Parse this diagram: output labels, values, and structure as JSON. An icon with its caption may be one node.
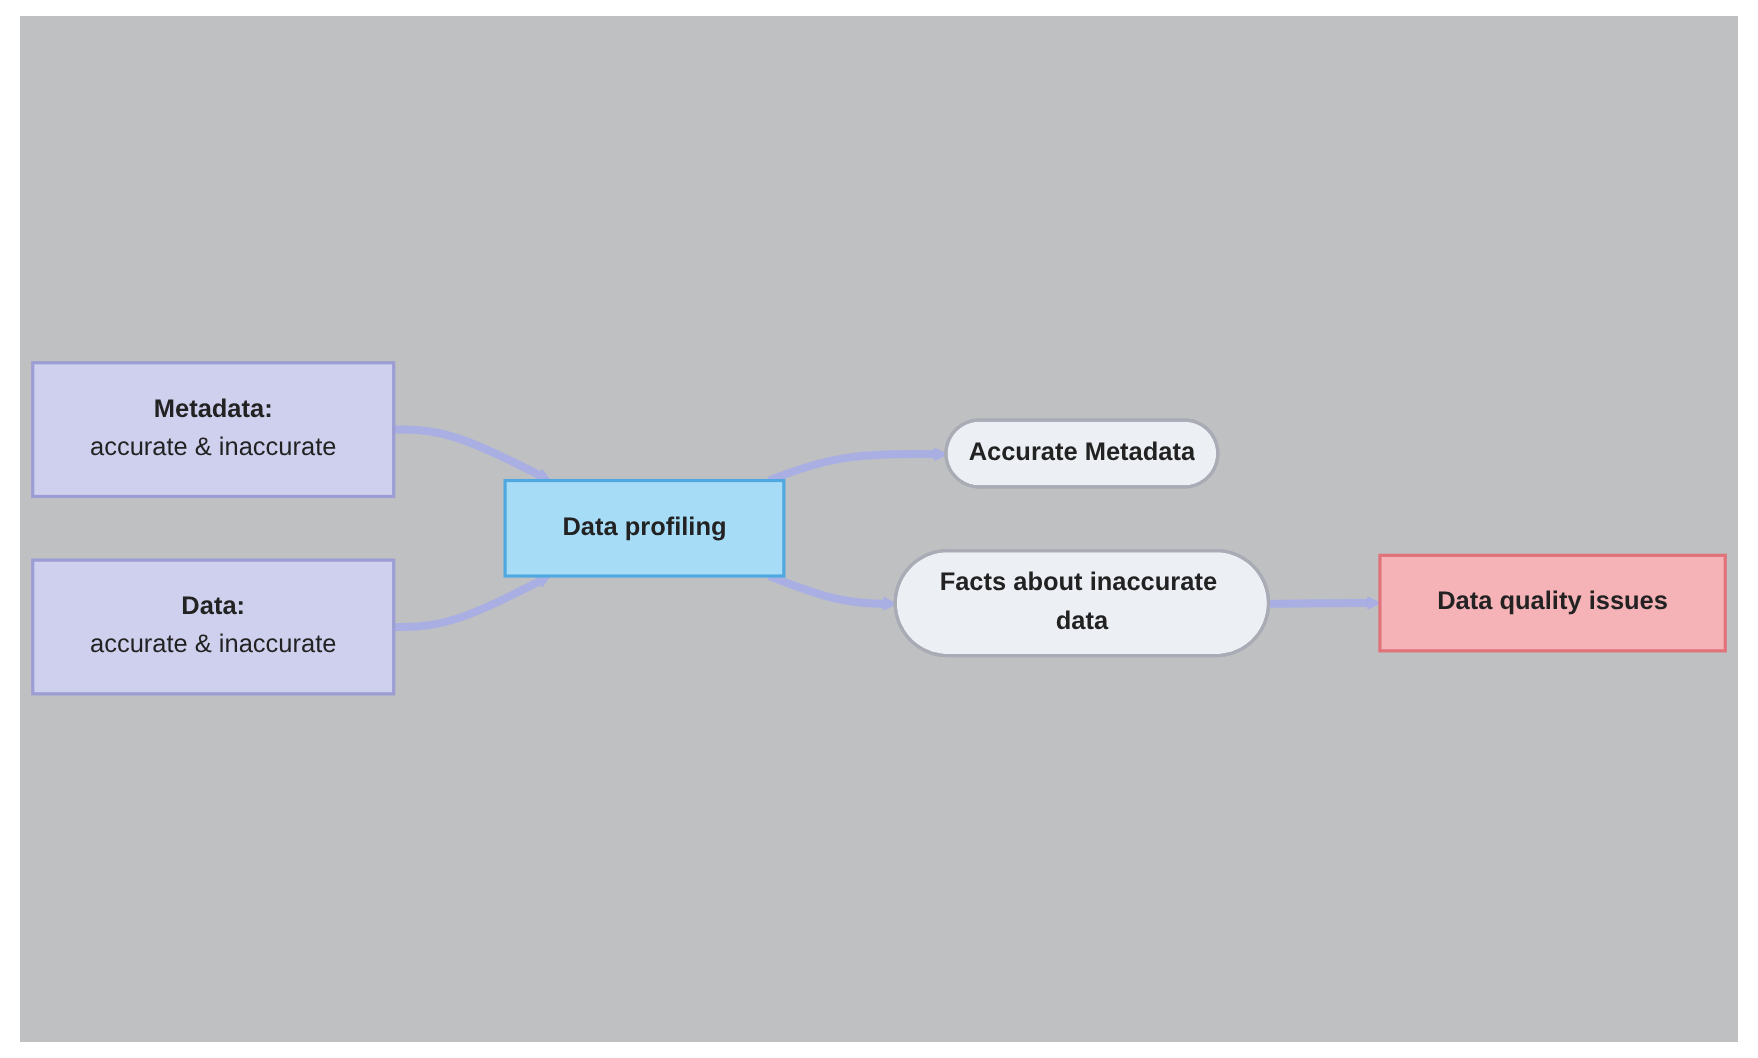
{
  "diagram": {
    "nodes": [
      {
        "text": [
          "Metadata:",
          "accurate & inaccurate"
        ]
      },
      {
        "text": [
          "Data:",
          "accurate & inaccurate"
        ]
      },
      {
        "text": [
          "Data profiling"
        ]
      },
      {
        "text": [
          "Accurate Metadata"
        ]
      },
      {
        "text": [
          "Facts about inaccurate data"
        ]
      },
      {
        "text": [
          "Data quality issues"
        ]
      }
    ],
    "edges": [
      {
        "from": 0,
        "to": 2,
        "arrow": "to"
      },
      {
        "from": 1,
        "to": 2,
        "arrow": "to"
      },
      {
        "from": 2,
        "to": 3,
        "arrow": "to"
      },
      {
        "from": 2,
        "to": 4,
        "arrow": "to"
      },
      {
        "from": 4,
        "to": 5,
        "arrow": "to"
      }
    ]
  }
}
